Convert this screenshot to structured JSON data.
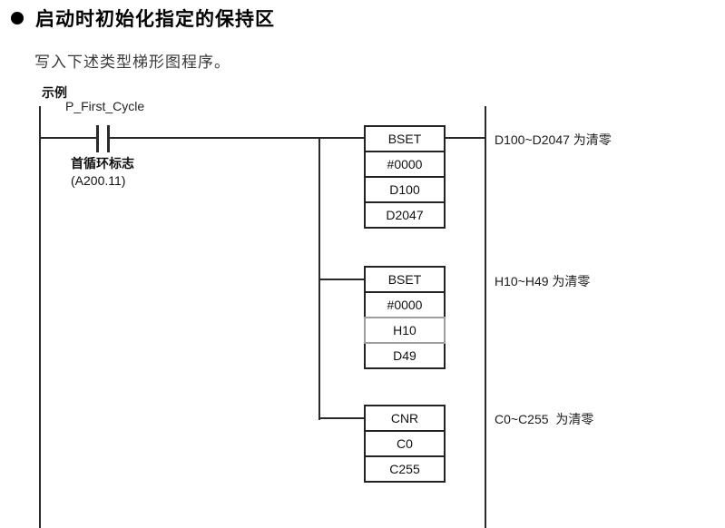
{
  "page": {
    "heading": "启动时初始化指定的保持区",
    "subtitle": "写入下述类型梯形图程序。",
    "example_label": "示例"
  },
  "ladder": {
    "contact": {
      "label": "P_First_Cycle",
      "flag_name": "首循环标志",
      "flag_address": "(A200.11)"
    },
    "blocks": [
      {
        "mnemonic": "BSET",
        "operands": [
          "#0000",
          "D100",
          "D2047"
        ],
        "annotation": "D100~D2047 为清零"
      },
      {
        "mnemonic": "BSET",
        "operands": [
          "#0000",
          "H10",
          "D49"
        ],
        "annotation": "H10~H49 为清零"
      },
      {
        "mnemonic": "CNR",
        "operands": [
          "C0",
          "C255"
        ],
        "annotation": "C0~C255  为清零"
      }
    ],
    "colors": {
      "wire": "#2a2a2a",
      "block_border": "#222222",
      "highlight_border": "#9e9e9e",
      "background": "#ffffff"
    }
  }
}
